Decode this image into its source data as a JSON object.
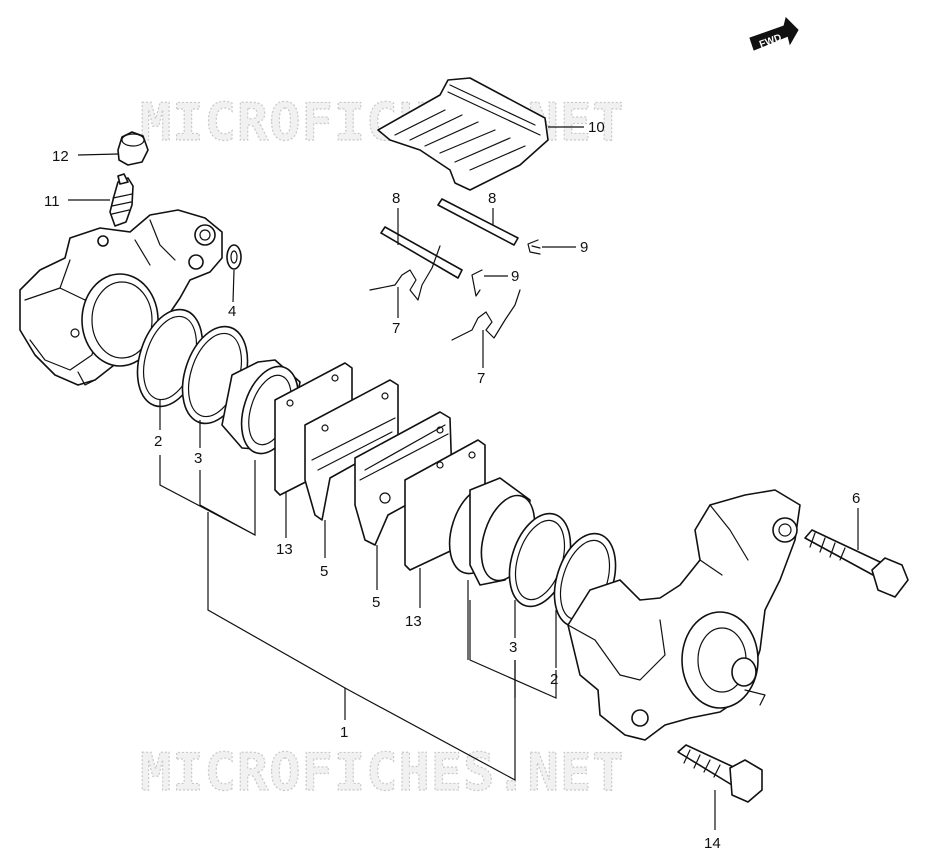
{
  "watermark": {
    "text": "MICROFICHES.NET"
  },
  "direction_badge": {
    "label": "FWD"
  },
  "callouts": [
    {
      "id": "c12",
      "number": "12"
    },
    {
      "id": "c11",
      "number": "11"
    },
    {
      "id": "c4",
      "number": "4"
    },
    {
      "id": "c10",
      "number": "10"
    },
    {
      "id": "c8a",
      "number": "8"
    },
    {
      "id": "c8b",
      "number": "8"
    },
    {
      "id": "c9a",
      "number": "9"
    },
    {
      "id": "c9b",
      "number": "9"
    },
    {
      "id": "c7a",
      "number": "7"
    },
    {
      "id": "c7b",
      "number": "7"
    },
    {
      "id": "c2a",
      "number": "2"
    },
    {
      "id": "c3a",
      "number": "3"
    },
    {
      "id": "c13a",
      "number": "13"
    },
    {
      "id": "c5a",
      "number": "5"
    },
    {
      "id": "c5b",
      "number": "5"
    },
    {
      "id": "c13b",
      "number": "13"
    },
    {
      "id": "c3b",
      "number": "3"
    },
    {
      "id": "c2b",
      "number": "2"
    },
    {
      "id": "c6",
      "number": "6"
    },
    {
      "id": "c1",
      "number": "1"
    },
    {
      "id": "c14",
      "number": "14"
    }
  ],
  "colors": {
    "line": "#111111",
    "watermark": "#c9c9c9",
    "background": "#ffffff"
  }
}
